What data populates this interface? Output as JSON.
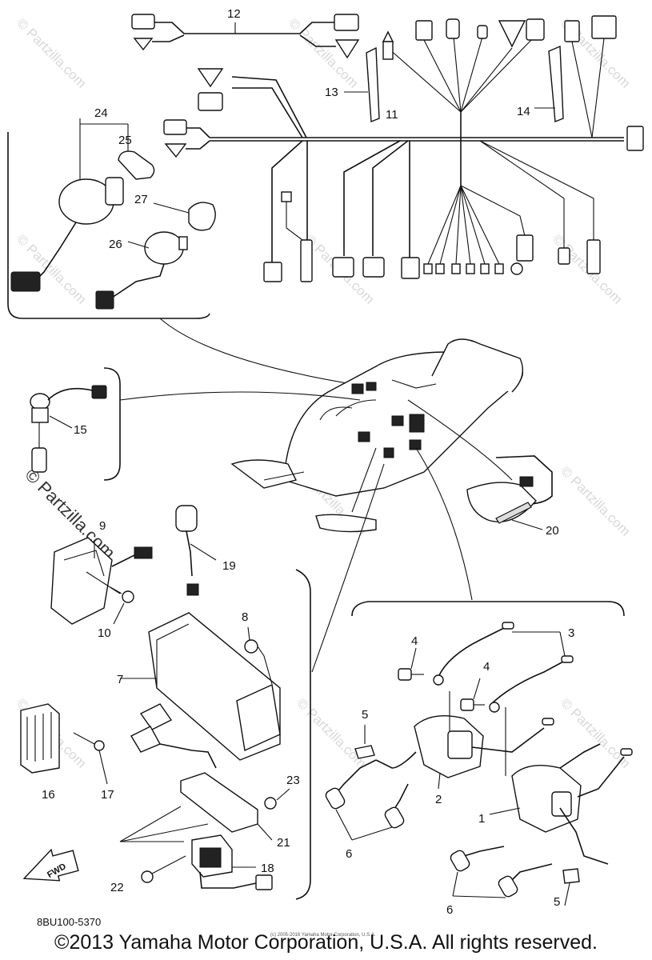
{
  "watermark": {
    "site": "© Partzilla.com",
    "brand": "© Partzilla.com"
  },
  "callouts": {
    "1": "1",
    "2": "2",
    "3": "3",
    "4": "4",
    "5": "5",
    "6": "6",
    "7": "7",
    "8": "8",
    "9": "9",
    "10": "10",
    "11": "11",
    "12": "12",
    "13": "13",
    "14": "14",
    "15": "15",
    "16": "16",
    "17": "17",
    "18": "18",
    "19": "19",
    "20": "20",
    "21": "21",
    "22": "22",
    "23": "23",
    "24": "24",
    "25": "25",
    "26": "26",
    "27": "27"
  },
  "fwd_label": "FWD",
  "diagram_code": "8BU100-5370",
  "small_copyright": "(c) 2005-2016 Yamaha Motor Corporation, U.S.A.",
  "copyright": "©2013 Yamaha Motor Corporation, U.S.A. All rights reserved."
}
